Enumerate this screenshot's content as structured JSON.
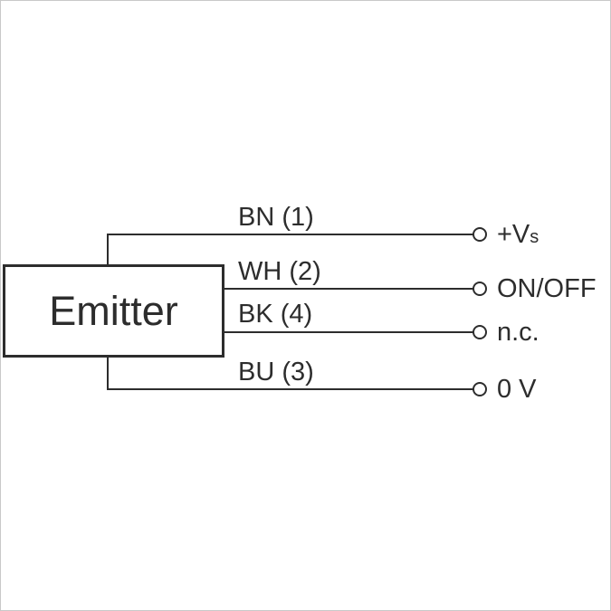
{
  "diagram": {
    "device_label": "Emitter",
    "wires": [
      {
        "id": "bn",
        "label": "BN (1)",
        "terminal_main": "+V",
        "terminal_sub": "s"
      },
      {
        "id": "wh",
        "label": "WH (2)",
        "terminal_main": "ON/OFF",
        "terminal_sub": ""
      },
      {
        "id": "bk",
        "label": "BK (4)",
        "terminal_main": "n.c.",
        "terminal_sub": ""
      },
      {
        "id": "bu",
        "label": "BU (3)",
        "terminal_main": "0 V",
        "terminal_sub": ""
      }
    ],
    "colors": {
      "line": "#2d2d2d",
      "text": "#2d2d2d",
      "background": "#ffffff",
      "frame": "#c9c9c9"
    }
  }
}
